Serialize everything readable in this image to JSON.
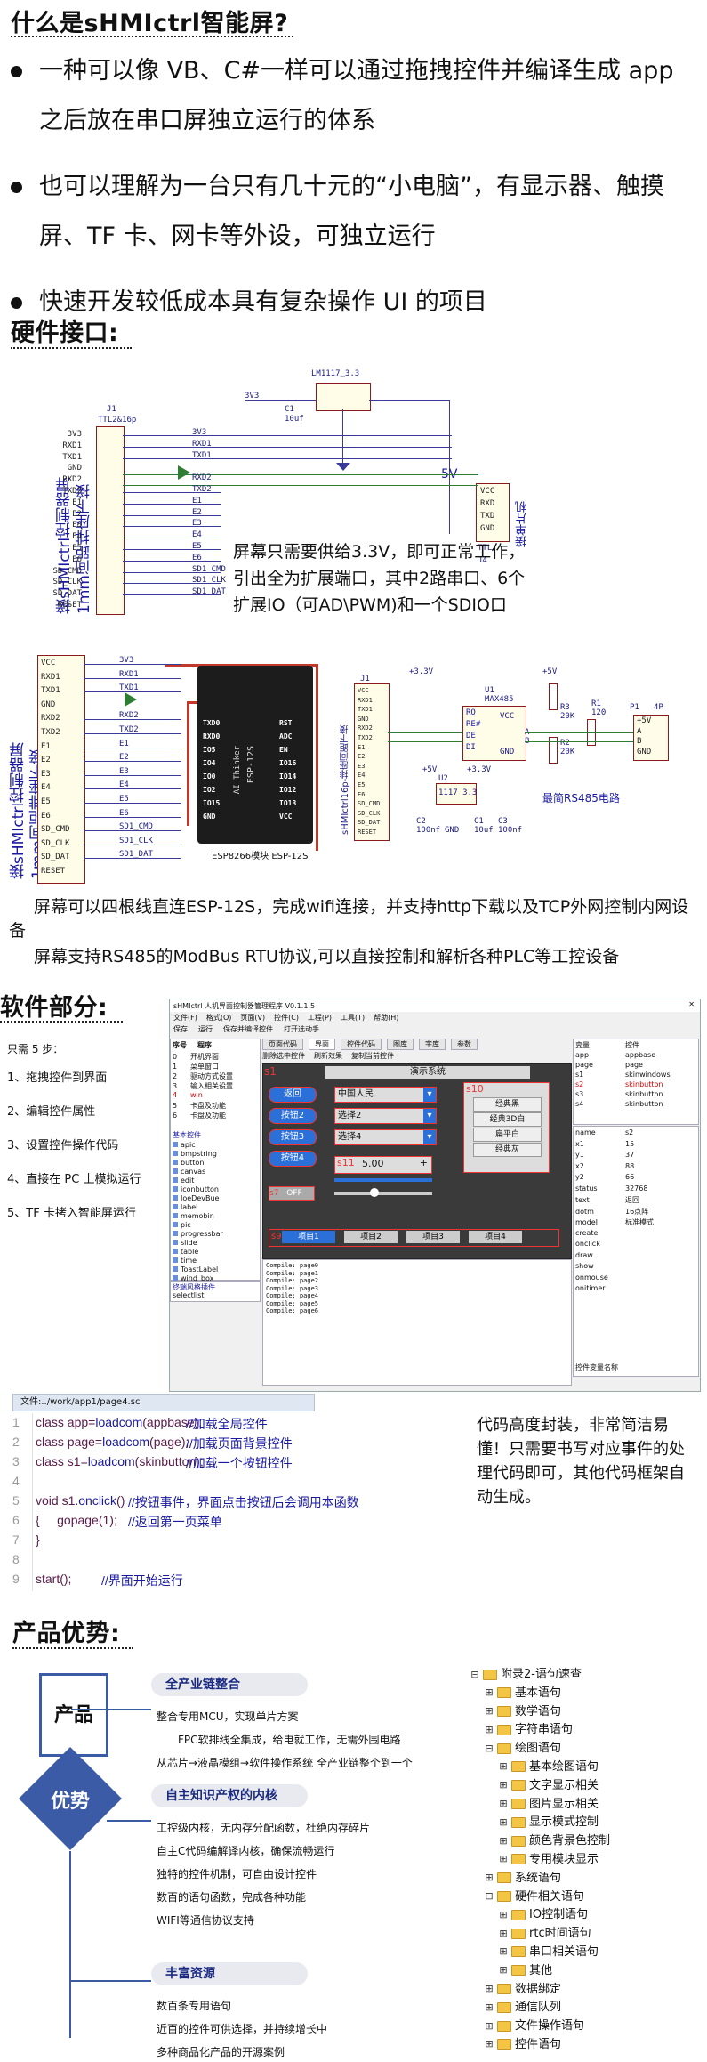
{
  "section1": {
    "title": "什么是sHMIctrl智能屏?",
    "bullets": [
      [
        "一种可以像 VB、C#一样可以通过拖拽控件并编译生成 app",
        "之后放在串口屏独立运行的体系"
      ],
      [
        "也可以理解为一台只有几十元的“小电脑”，有显示器、触摸",
        "屏、TF 卡、网卡等外设，可独立运行"
      ],
      [
        "快速开发较低成本具有复杂操作 UI 的项目"
      ]
    ]
  },
  "section2": {
    "title": "硬件接口:",
    "sch1": {
      "reg": "LM1117_3.3",
      "v33": "3V3",
      "cap": "C1",
      "capv": "10uf",
      "j1": "J1",
      "j1type": "TTL2&16p",
      "j4": "J4",
      "v5": "5V",
      "rlabel": "接单片机",
      "llabel1": "接sHMIctrl控制器屏",
      "llabel2": "1mm间距排座下接",
      "pins": [
        "3V3",
        "RXD1",
        "TXD1",
        "GND",
        "RXD2",
        "TXD2",
        "E1",
        "E2",
        "E3",
        "E4",
        "E5",
        "E6",
        "SD_CMD",
        "SD_CLK",
        "SD_DAT",
        "RESET"
      ],
      "nets": [
        "3V3",
        "RXD1",
        "TXD1",
        "",
        "RXD2",
        "TXD2",
        "E1",
        "E2",
        "E3",
        "E4",
        "E5",
        "E6",
        "SD1_CMD",
        "SD1_CLK",
        "SD1_DAT",
        ""
      ],
      "j4pins": [
        "VCC",
        "RXD",
        "TXD",
        "GND"
      ],
      "j4side": "TTL",
      "note": "屏幕只需要供给3.3V，即可正常工作，引出全为扩展端口，其中2路串口、6个扩展IO（可AD\\PWM)和一个SDIO口"
    },
    "sch2": {
      "pins": [
        "VCC",
        "RXD1",
        "TXD1",
        "GND",
        "RXD2",
        "TXD2",
        "E1",
        "E2",
        "E3",
        "E4",
        "E5",
        "E6",
        "SD_CMD",
        "SD_CLK",
        "SD_DAT",
        "RESET"
      ],
      "nets": [
        "3V3",
        "RXD1",
        "TXD1",
        "",
        "RXD2",
        "TXD2",
        "E1",
        "E2",
        "E3",
        "E4",
        "E5",
        "E6",
        "SD1_CMD",
        "SD1_CLK",
        "SD1_DAT",
        ""
      ],
      "llabel1": "接sHMIctrl控制器屏",
      "llabel2": "1mm间距排座下接",
      "esp_left": [
        "TXD0",
        "RXD0",
        "IO5",
        "IO4",
        "IO0",
        "IO2",
        "IO15",
        "GND"
      ],
      "esp_right": [
        "RST",
        "ADC",
        "EN",
        "IO16",
        "IO14",
        "IO12",
        "IO13",
        "VCC"
      ],
      "esp_brand": "AI Thinker",
      "esp_model": "ESP-12S",
      "esp_caption": "ESP8266模块 ESP-12S"
    },
    "sch3": {
      "u1": "U1",
      "u1name": "MAX485",
      "u1pins": [
        "RO",
        "RE#",
        "DE",
        "DI"
      ],
      "u2": "U2",
      "u2name": "1117_3.3",
      "v33": "+3.3V",
      "v5": "+5V",
      "r1": "R1",
      "r1v": "120",
      "r2": "R2",
      "r2v": "20K",
      "r3": "R3",
      "r3v": "20K",
      "p1": "P1",
      "p1t": "4P",
      "p1pins": [
        "+5V",
        "A",
        "B",
        "GND"
      ],
      "c1": "C1",
      "c1v": "10uf",
      "c2": "C2",
      "c2v": "100nf",
      "c3": "C3",
      "c3v": "100nf",
      "vcc": "VCC",
      "gnd": "GND",
      "a": "A",
      "b": "B",
      "caption": "最简RS485电路",
      "j1": "J1",
      "llabel": "sHMIctrl16p-排座间距下接",
      "pins": [
        "VCC",
        "RXD1",
        "TXD1",
        "GND",
        "RXD2",
        "TXD2",
        "E1",
        "E2",
        "E3",
        "E4",
        "E5",
        "E6",
        "SD_CMD",
        "SD_CLK",
        "SD_DAT",
        "RESET"
      ]
    },
    "para1": "屏幕可以四根线直连ESP-12S，完成wifi连接，并支持http下载以及TCP外网控制内网设备",
    "para2": "屏幕支持RS485的ModBus RTU协议,可以直接控制和解析各种PLC等工控设备"
  },
  "section3": {
    "title": "软件部分:",
    "steps_head": "只需 5 步：",
    "steps": [
      "1、拖拽控件到界面",
      "2、编辑控件属性",
      "3、设置控件操作代码",
      "4、直接在 PC 上模拟运行",
      "5、TF 卡拷入智能屏运行"
    ],
    "ide": {
      "title": "sHMIctrl 人机界面控制器管理程序 V0.1.1.5",
      "menu": [
        "文件(F)",
        "格式(O)",
        "页面(V)",
        "控件(C)",
        "工程(P)",
        "工具(T)",
        "帮助(H)"
      ],
      "tool": [
        "保存",
        "运行",
        "保存并编译控件",
        "打开选动手"
      ],
      "tabs": [
        "页面代码",
        "界面",
        "控件代码",
        "图库",
        "字库",
        "参数"
      ],
      "subtool": [
        "删除选中控件",
        "刷新效果",
        "复制当前控件"
      ],
      "page_list_head": [
        "序号",
        "程序"
      ],
      "pages": [
        [
          "0",
          "开机界面"
        ],
        [
          "1",
          "菜单窗口"
        ],
        [
          "2",
          "驱动方式设置"
        ],
        [
          "3",
          "输入相关设置"
        ],
        [
          "4",
          "win"
        ],
        [
          "5",
          "卡盘及功能"
        ],
        [
          "6",
          "卡盘及功能"
        ]
      ],
      "ctrl_head": "基本控件",
      "ctrls": [
        "apic",
        "bmpstring",
        "button",
        "canvas",
        "edit",
        "iconbutton",
        "IoeDevBue",
        "label",
        "memobin",
        "pic",
        "progressbar",
        "slide",
        "table",
        "time",
        "ToastLabel",
        "wind_box"
      ],
      "ctrl_foot": "终端风格插件",
      "ctrl_foot2": "selectlist",
      "demo_title": "演示系统",
      "s1": "s1",
      "btns": [
        "返回",
        "按钮2",
        "按钮3",
        "按钮4"
      ],
      "fields": [
        "中国人民",
        "选择2",
        "选择4"
      ],
      "s11": "s11",
      "val": "5.00",
      "s7": "s7",
      "toggle": "OFF",
      "s10": "s10",
      "list": [
        "经典黑",
        "经典3D白",
        "扁平白",
        "经典灰"
      ],
      "tabs2": [
        "项目1",
        "项目2",
        "项目3",
        "项目4"
      ],
      "s9": "s9",
      "log": [
        "Compile: page0",
        "Compile: page1",
        "Compile: page2",
        "Compile: page3",
        "Compile: page4",
        "Compile: page5",
        "Compile: page6"
      ],
      "var_head": [
        "变量",
        "控件"
      ],
      "vars": [
        [
          "app",
          "appbase"
        ],
        [
          "page",
          "page"
        ],
        [
          "s1",
          "skinwindows"
        ],
        [
          "s2",
          "skinbutton"
        ],
        [
          "s3",
          "skinbutton"
        ],
        [
          "s4",
          "skinbutton"
        ]
      ],
      "props": [
        [
          "name",
          "s2"
        ],
        [
          "x1",
          "15"
        ],
        [
          "y1",
          "37"
        ],
        [
          "x2",
          "88"
        ],
        [
          "y2",
          "66"
        ],
        [
          "status",
          "32768"
        ],
        [
          "text",
          "返回"
        ],
        [
          "dotm",
          "16点阵"
        ],
        [
          "model",
          "标准模式"
        ],
        [
          "create",
          ""
        ],
        [
          "onclick",
          ""
        ],
        [
          "draw",
          ""
        ],
        [
          "show",
          ""
        ],
        [
          "onmouse",
          ""
        ],
        [
          "onitimer",
          ""
        ]
      ],
      "prop_foot": "控件变量名称"
    },
    "code": {
      "tab": "文件:../work/app1/page4.sc",
      "lines": [
        {
          "n": "1",
          "a": "class app=",
          "b": "loadcom",
          "c": "(appbase);",
          "d": "//加载全局控件"
        },
        {
          "n": "2",
          "a": "class page=",
          "b": "loadcom",
          "c": "(page);",
          "d": "//加载页面背景控件"
        },
        {
          "n": "3",
          "a": "class s1=",
          "b": "loadcom",
          "c": "(skinbutton);",
          "d": "//加载一个按钮控件"
        },
        {
          "n": "4",
          "a": "",
          "b": "",
          "c": "",
          "d": ""
        },
        {
          "n": "5",
          "a": "void s1.",
          "b": "onclick",
          "c": "()",
          "d": "//按钮事件，界面点击按钮后会调用本函数"
        },
        {
          "n": "6",
          "a": "{     gopage",
          "b": "",
          "c": "(1);",
          "d": "//返回第一页菜单"
        },
        {
          "n": "7",
          "a": "}",
          "b": "",
          "c": "",
          "d": ""
        },
        {
          "n": "8",
          "a": "",
          "b": "",
          "c": "",
          "d": ""
        },
        {
          "n": "9",
          "a": "start",
          "b": "",
          "c": "();",
          "d": "//界面开始运行"
        }
      ]
    },
    "code_note": "代码高度封装，非常简洁易懂！只需要书写对应事件的处理代码即可，其他代码框架自动生成。"
  },
  "section4": {
    "title": "产品优势:",
    "left_top": "产品",
    "left_bottom": "优势",
    "blocks": [
      {
        "head": "全产业链整合",
        "lines": [
          "整合专用MCU，实现单片方案",
          "FPC软排线全集成，给电就工作，无需外围电路",
          "从芯片→液晶模组→软件操作系统 全产业链整个到一个"
        ]
      },
      {
        "head": "自主知识产权的内核",
        "lines": [
          "工控级内核，无内存分配函数，杜绝内存碎片",
          "自主C代码编解译内核，确保流畅运行",
          "独特的控件机制，可自由设计控件",
          "数百的语句函数，完成各种功能",
          "WIFI等通信协议支持"
        ]
      },
      {
        "head": "丰富资源",
        "lines": [
          "数百条专用语句",
          "近百的控件可供选择，并持续增长中",
          "多种商品化产品的开源案例"
        ]
      }
    ],
    "tree": [
      {
        "lvl": 0,
        "sign": "⊟",
        "text": "附录2-语句速查"
      },
      {
        "lvl": 1,
        "sign": "⊞",
        "text": "基本语句"
      },
      {
        "lvl": 1,
        "sign": "⊞",
        "text": "数学语句"
      },
      {
        "lvl": 1,
        "sign": "⊞",
        "text": "字符串语句"
      },
      {
        "lvl": 1,
        "sign": "⊟",
        "text": "绘图语句"
      },
      {
        "lvl": 2,
        "sign": "⊞",
        "text": "基本绘图语句"
      },
      {
        "lvl": 2,
        "sign": "⊞",
        "text": "文字显示相关"
      },
      {
        "lvl": 2,
        "sign": "⊞",
        "text": "图片显示相关"
      },
      {
        "lvl": 2,
        "sign": "⊞",
        "text": "显示模式控制"
      },
      {
        "lvl": 2,
        "sign": "⊞",
        "text": "颜色背景色控制"
      },
      {
        "lvl": 2,
        "sign": "⊞",
        "text": "专用模块显示"
      },
      {
        "lvl": 1,
        "sign": "⊞",
        "text": "系统语句"
      },
      {
        "lvl": 1,
        "sign": "⊟",
        "text": "硬件相关语句"
      },
      {
        "lvl": 2,
        "sign": "⊞",
        "text": "IO控制语句"
      },
      {
        "lvl": 2,
        "sign": "⊞",
        "text": "rtc时间语句"
      },
      {
        "lvl": 2,
        "sign": "⊞",
        "text": "串口相关语句"
      },
      {
        "lvl": 2,
        "sign": "⊞",
        "text": "其他"
      },
      {
        "lvl": 1,
        "sign": "⊞",
        "text": "数据绑定"
      },
      {
        "lvl": 1,
        "sign": "⊞",
        "text": "通信队列"
      },
      {
        "lvl": 1,
        "sign": "⊞",
        "text": "文件操作语句"
      },
      {
        "lvl": 1,
        "sign": "⊞",
        "text": "控件语句"
      }
    ]
  }
}
